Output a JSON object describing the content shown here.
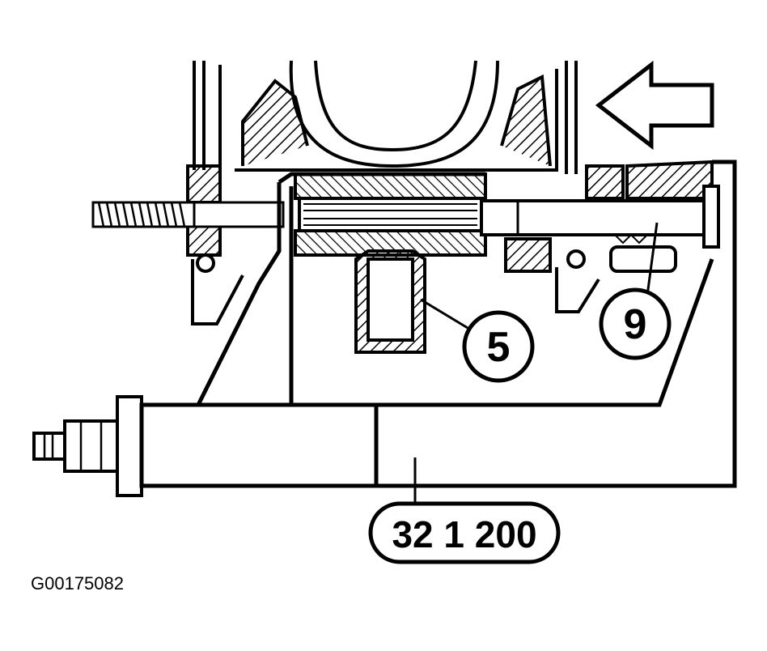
{
  "callouts": {
    "part_5": "5",
    "part_9": "9",
    "tool_number": "32 1 200"
  },
  "figure_id": "G00175082",
  "colors": {
    "ink": "#000000",
    "paper": "#ffffff"
  },
  "icons": {
    "direction_arrow": "arrow-left-icon"
  }
}
